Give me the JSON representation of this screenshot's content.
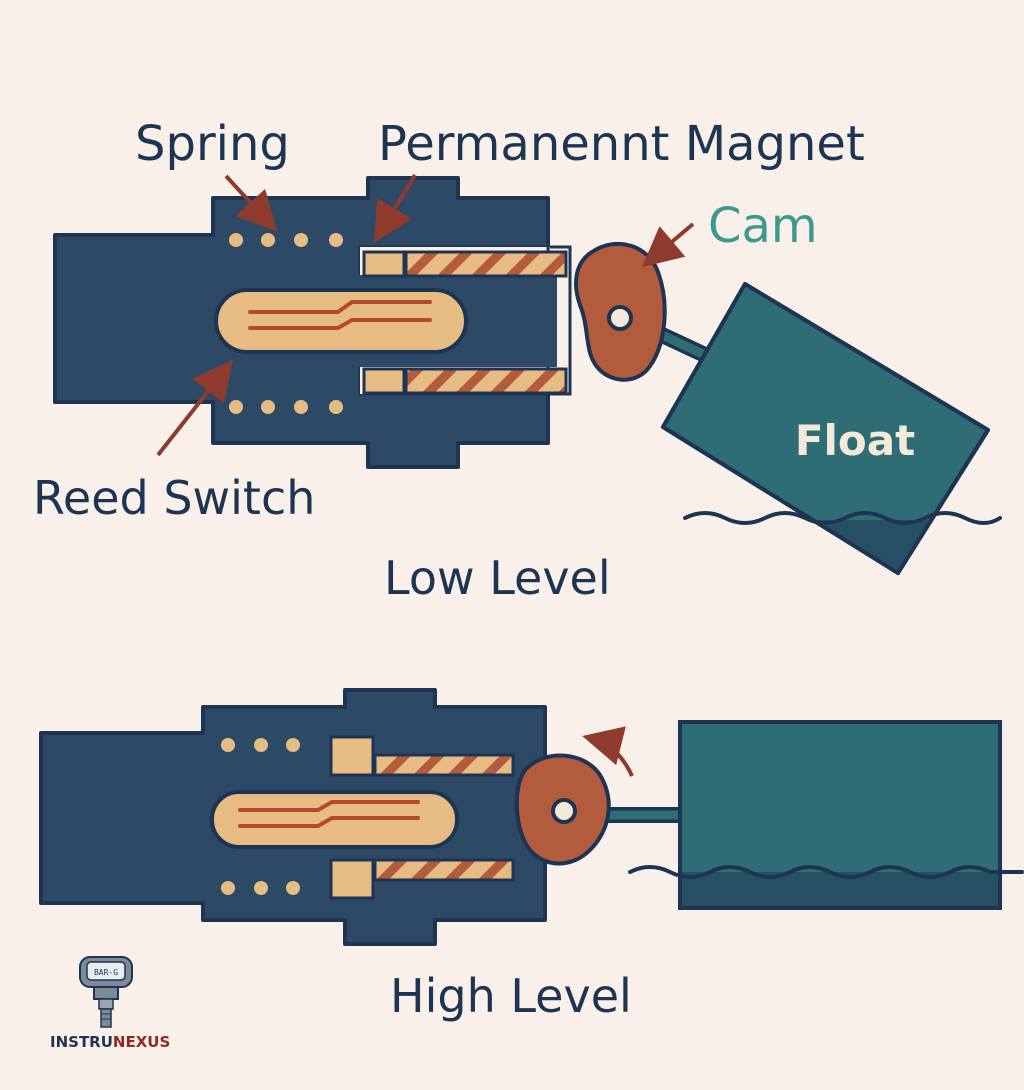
{
  "labels": {
    "spring": "Spring",
    "magnet": "Permanennt Magnet",
    "cam": "Cam",
    "reed": "Reed Switch",
    "float": "Float",
    "low_level": "Low Level",
    "high_level": "High Level"
  },
  "logo": {
    "text_main": "INSTRU",
    "text_accent": "NEXUS",
    "gauge_text": "BAR-G"
  },
  "colors": {
    "background": "#f9f1e9",
    "body": "#2c4a66",
    "outline": "#1d3553",
    "brass": "#e6bc82",
    "rust": "#b35b3d",
    "cam": "#b35b3d",
    "float": "#2f6d75",
    "float_dark": "#264f64",
    "text": "#1d3553",
    "cam_label": "#3a9a8c",
    "arrow": "#8e3b2e",
    "logo_accent": "#8e2a22"
  }
}
